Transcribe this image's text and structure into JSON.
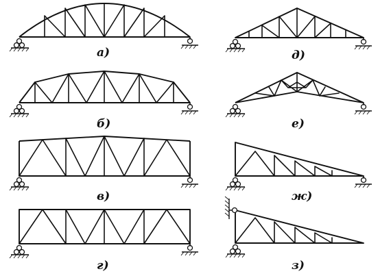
{
  "captions": {
    "a": "а)",
    "b": "б)",
    "v": "в)",
    "g": "г)",
    "d": "д)",
    "e": "е)",
    "zh": "ж)",
    "z": "з)"
  }
}
